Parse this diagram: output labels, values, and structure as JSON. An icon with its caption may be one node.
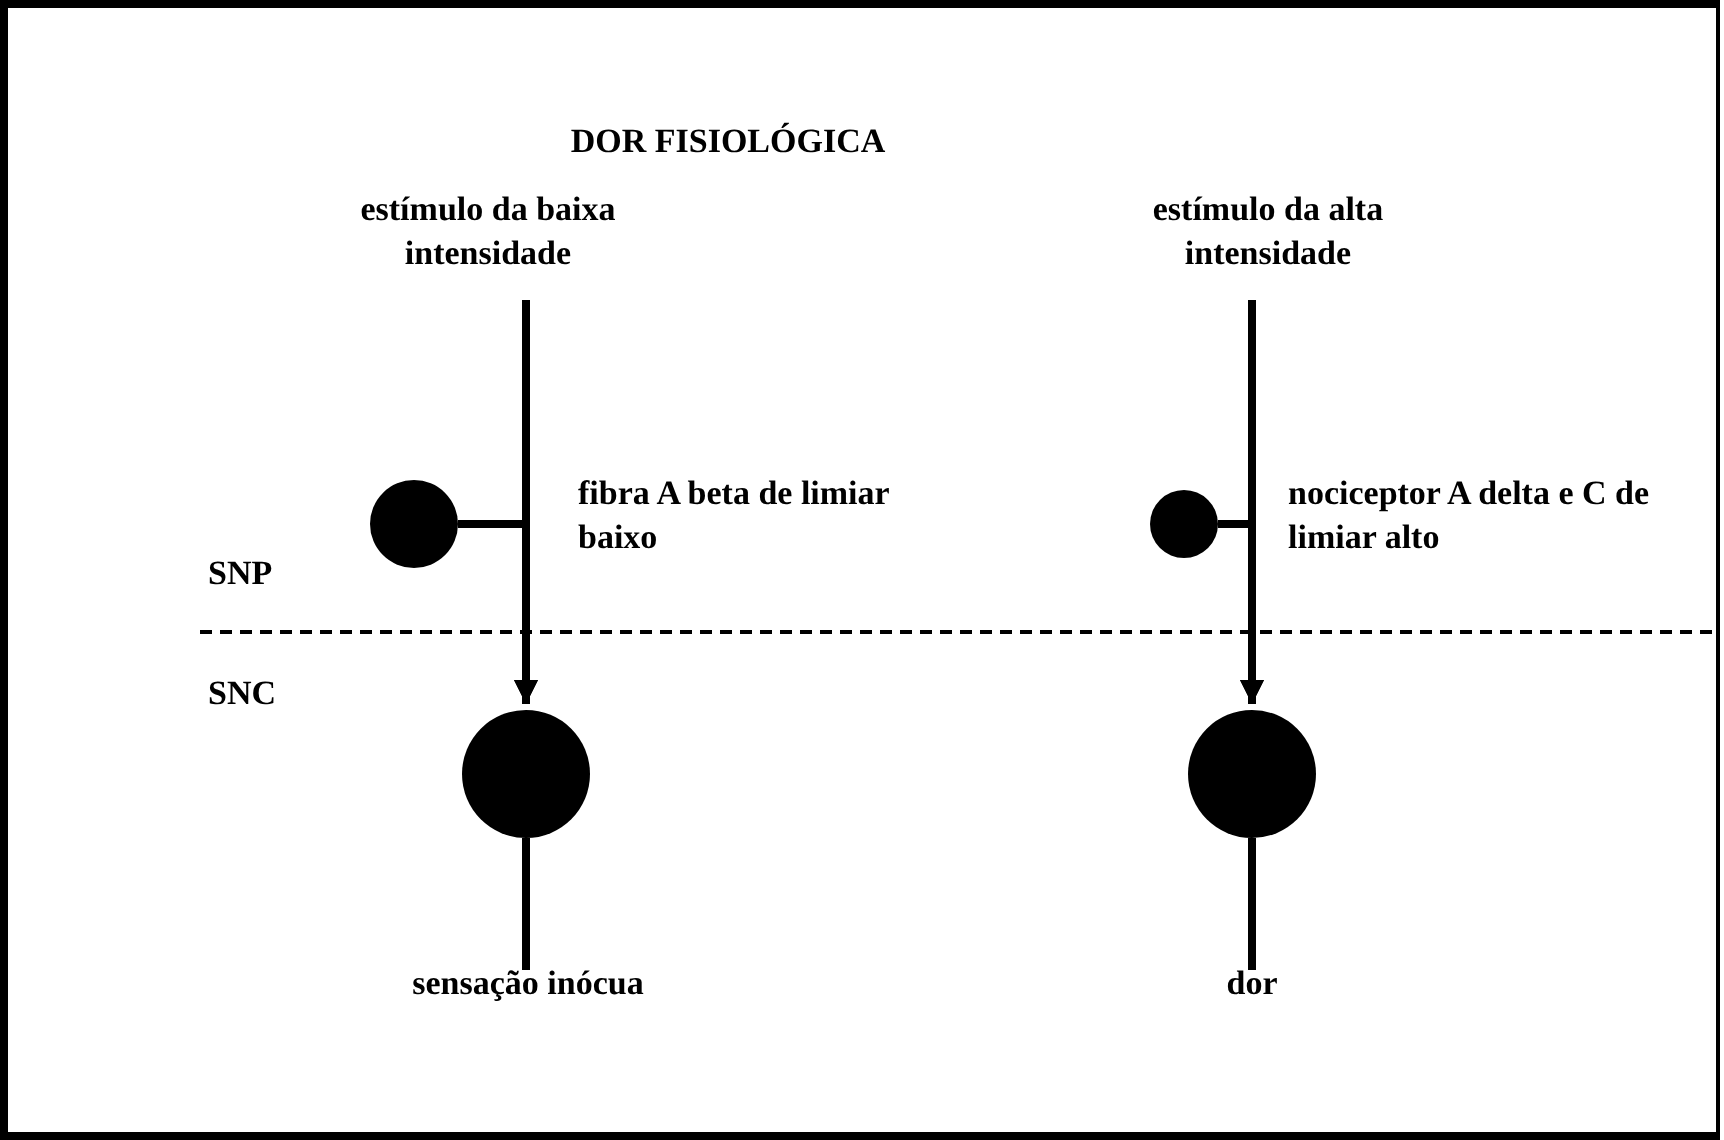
{
  "diagram": {
    "title": "DOR FISIOLÓGICA",
    "nodes": [
      {
        "text": [
          "estímulo da baixa intensidade"
        ]
      },
      {
        "text": [],
        "shape": "circle"
      },
      {
        "text": [],
        "shape": "circle"
      },
      {
        "text": [
          "sensação inócua"
        ]
      },
      {
        "text": [
          "estímulo da alta intensidade"
        ]
      },
      {
        "text": [],
        "shape": "circle"
      },
      {
        "text": [],
        "shape": "circle"
      },
      {
        "text": [
          "dor"
        ]
      }
    ],
    "edges": [
      {
        "from": 0,
        "to": 2,
        "arrow": "to"
      },
      {
        "from": 1,
        "to": 2,
        "arrow": "to"
      },
      {
        "from": 2,
        "to": 3,
        "arrow": "none"
      },
      {
        "from": 4,
        "to": 6,
        "arrow": "to"
      },
      {
        "from": 5,
        "to": 6,
        "arrow": "to"
      },
      {
        "from": 6,
        "to": 7,
        "arrow": "none"
      }
    ],
    "labels": [
      "fibra A beta de limiar baixo",
      "nociceptor A delta e C de limiar alto",
      "SNP",
      "SNC"
    ]
  }
}
